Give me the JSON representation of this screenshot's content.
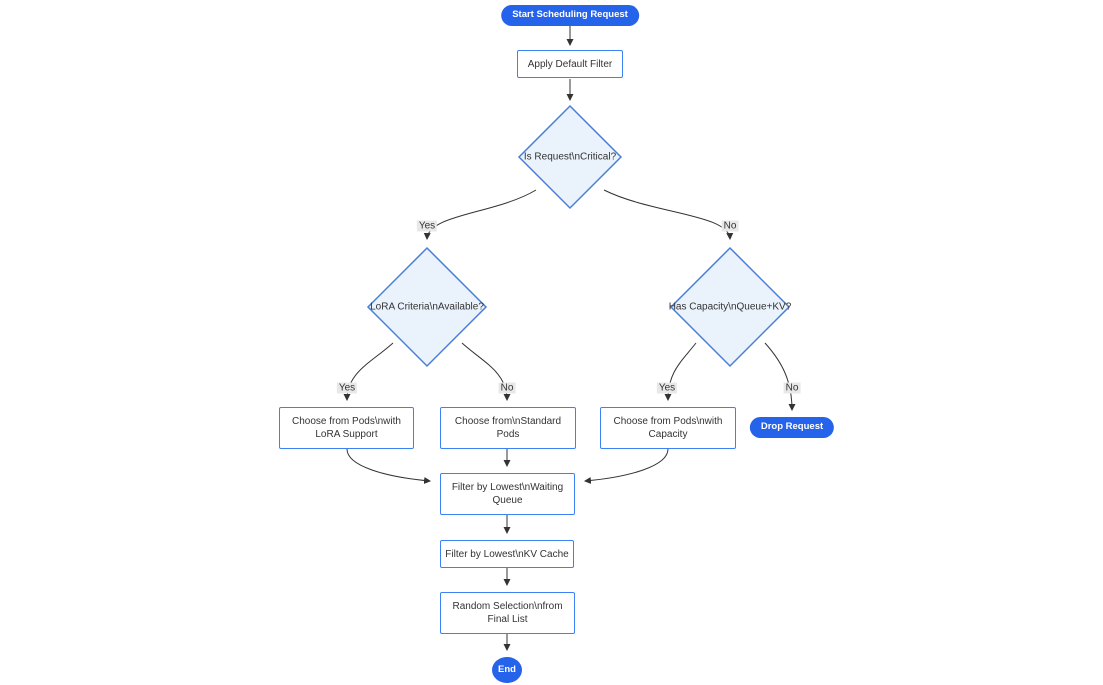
{
  "colors": {
    "node_fill_accent": "#2563eb",
    "node_text_accent": "#ffffff",
    "decision_fill": "#eaf2fb",
    "decision_border": "#4a7fd8",
    "process_fill": "#ffffff",
    "process_border": "#3b82f6",
    "edge_color": "#333333",
    "edge_label_bg": "#e8e8e8",
    "text_color": "#333333"
  },
  "nodes": {
    "start": {
      "lines": [
        "Start Scheduling Request"
      ]
    },
    "apply_default_filter": {
      "lines": [
        "Apply Default Filter"
      ]
    },
    "is_request_critical": {
      "lines": [
        "Is Request\\nCritical?"
      ]
    },
    "lora_criteria_available": {
      "lines": [
        "LoRA Criteria\\nAvailable?"
      ]
    },
    "has_capacity_queue_kv": {
      "lines": [
        "Has Capacity\\nQueue+KV?"
      ]
    },
    "choose_lora_pods": {
      "lines": [
        "Choose from Pods\\nwith",
        "LoRA Support"
      ]
    },
    "choose_standard_pods": {
      "lines": [
        "Choose from\\nStandard",
        "Pods"
      ]
    },
    "choose_capacity_pods": {
      "lines": [
        "Choose from Pods\\nwith",
        "Capacity"
      ]
    },
    "drop_request": {
      "lines": [
        "Drop Request"
      ]
    },
    "filter_waiting_queue": {
      "lines": [
        "Filter by Lowest\\nWaiting",
        "Queue"
      ]
    },
    "filter_kv_cache": {
      "lines": [
        "Filter by Lowest\\nKV Cache"
      ]
    },
    "random_selection": {
      "lines": [
        "Random Selection\\nfrom",
        "Final List"
      ]
    },
    "end": {
      "lines": [
        "End"
      ]
    }
  },
  "edge_labels": {
    "critical_yes": "Yes",
    "critical_no": "No",
    "lora_yes": "Yes",
    "lora_no": "No",
    "capacity_yes": "Yes",
    "capacity_no": "No"
  }
}
